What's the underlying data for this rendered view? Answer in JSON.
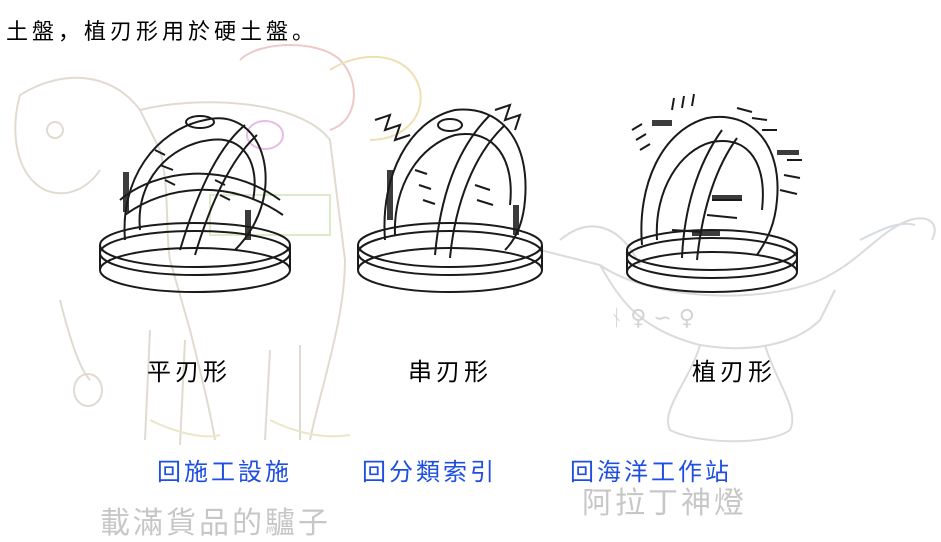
{
  "intro_text": "土盤，植刃形用於硬土盤。",
  "figures": [
    {
      "caption": "平刃形"
    },
    {
      "caption": "串刃形"
    },
    {
      "caption": "植刃形"
    }
  ],
  "nav_links": [
    {
      "label": "回施工設施"
    },
    {
      "label": "回分類索引"
    },
    {
      "label": "回海洋工作站"
    }
  ],
  "background_captions": {
    "left": "載滿貨品的驢子",
    "right": "阿拉丁神燈"
  },
  "colors": {
    "link": "#1f4fe0",
    "text": "#000000",
    "background_sketch": "#c7c7c7"
  }
}
